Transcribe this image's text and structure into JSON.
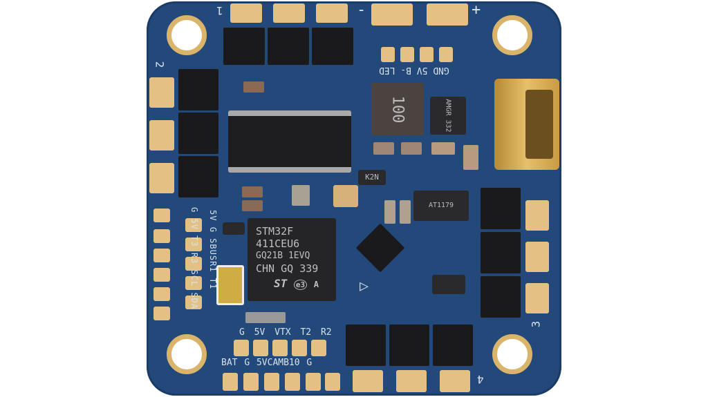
{
  "board": {
    "color": "#22497a",
    "pad_color": "#e3c185",
    "motor_labels": [
      "1",
      "2",
      "3",
      "4"
    ],
    "power_labels": {
      "minus": "-",
      "plus": "+"
    },
    "top_right_labels": "GND 5V B- LED",
    "left_labels_outer": [
      "G",
      "5V",
      "T3",
      "R3",
      "SCL",
      "SDA"
    ],
    "left_labels_inner": [
      "5V",
      "G",
      "SBUS",
      "R1",
      "T1"
    ],
    "bottom_labels_top": [
      "G",
      "5V",
      "VTX",
      "T2",
      "R2"
    ],
    "bottom_labels_bottom": [
      "BAT",
      "G",
      "5V",
      "CAM",
      "B10",
      "G"
    ],
    "inductor_label": "100",
    "regulator_label": "AMGR 332",
    "transistor_label": "K2N",
    "ldo_label": "AT1179",
    "mcu": {
      "lines": [
        "STM32F",
        "411CEU6",
        "GQ21B 1EVQ",
        "CHN GQ 339"
      ],
      "logo": "ST",
      "mark": "e3",
      "suffix": "A"
    }
  }
}
